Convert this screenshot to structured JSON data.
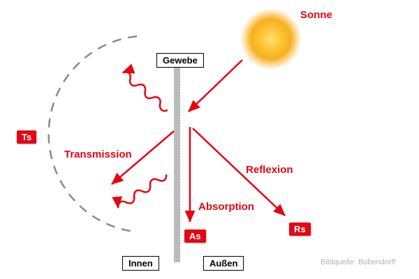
{
  "labels": {
    "sun": "Sonne",
    "fabric": "Gewebe",
    "transmission": "Transmission",
    "absorption": "Absorption",
    "reflection": "Reflexion",
    "inside": "Innen",
    "outside": "Außen"
  },
  "badges": {
    "ts": "Ts",
    "as": "As",
    "rs": "Rs"
  },
  "credit": "Bildquelle: Bubendorff",
  "colors": {
    "accent_red": "#e30613",
    "arc_gray": "#8a8a8a",
    "fabric_gray": "#c4c4c4",
    "credit_gray": "#b5b5b5",
    "sun_core": "#ffdf6b",
    "sun_outer": "#f8ac17"
  }
}
